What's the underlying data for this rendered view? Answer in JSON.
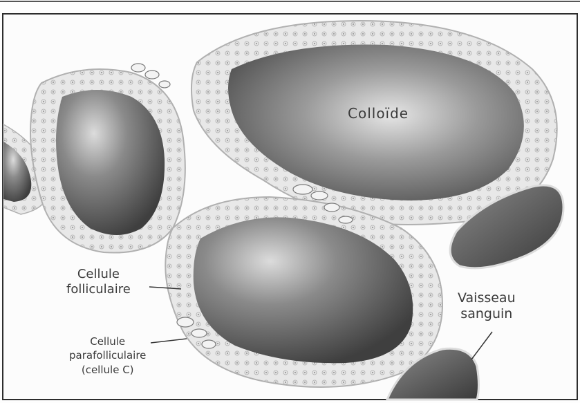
{
  "labels": {
    "colloid": "Colloïde",
    "follicular_cell": "Cellule\nfolliculaire",
    "blood_vessel": "Vaisseau\nsanguin",
    "parafollicular_cell": "Cellule\nparafolliculaire\n(cellule C)"
  },
  "colors": {
    "colloid": "#5f5f5f",
    "colloid_light": "#d9d9d9",
    "epithelium": "#e4e4e4",
    "vessel": "#4e4e4e",
    "frame": "#2d2d2d"
  }
}
